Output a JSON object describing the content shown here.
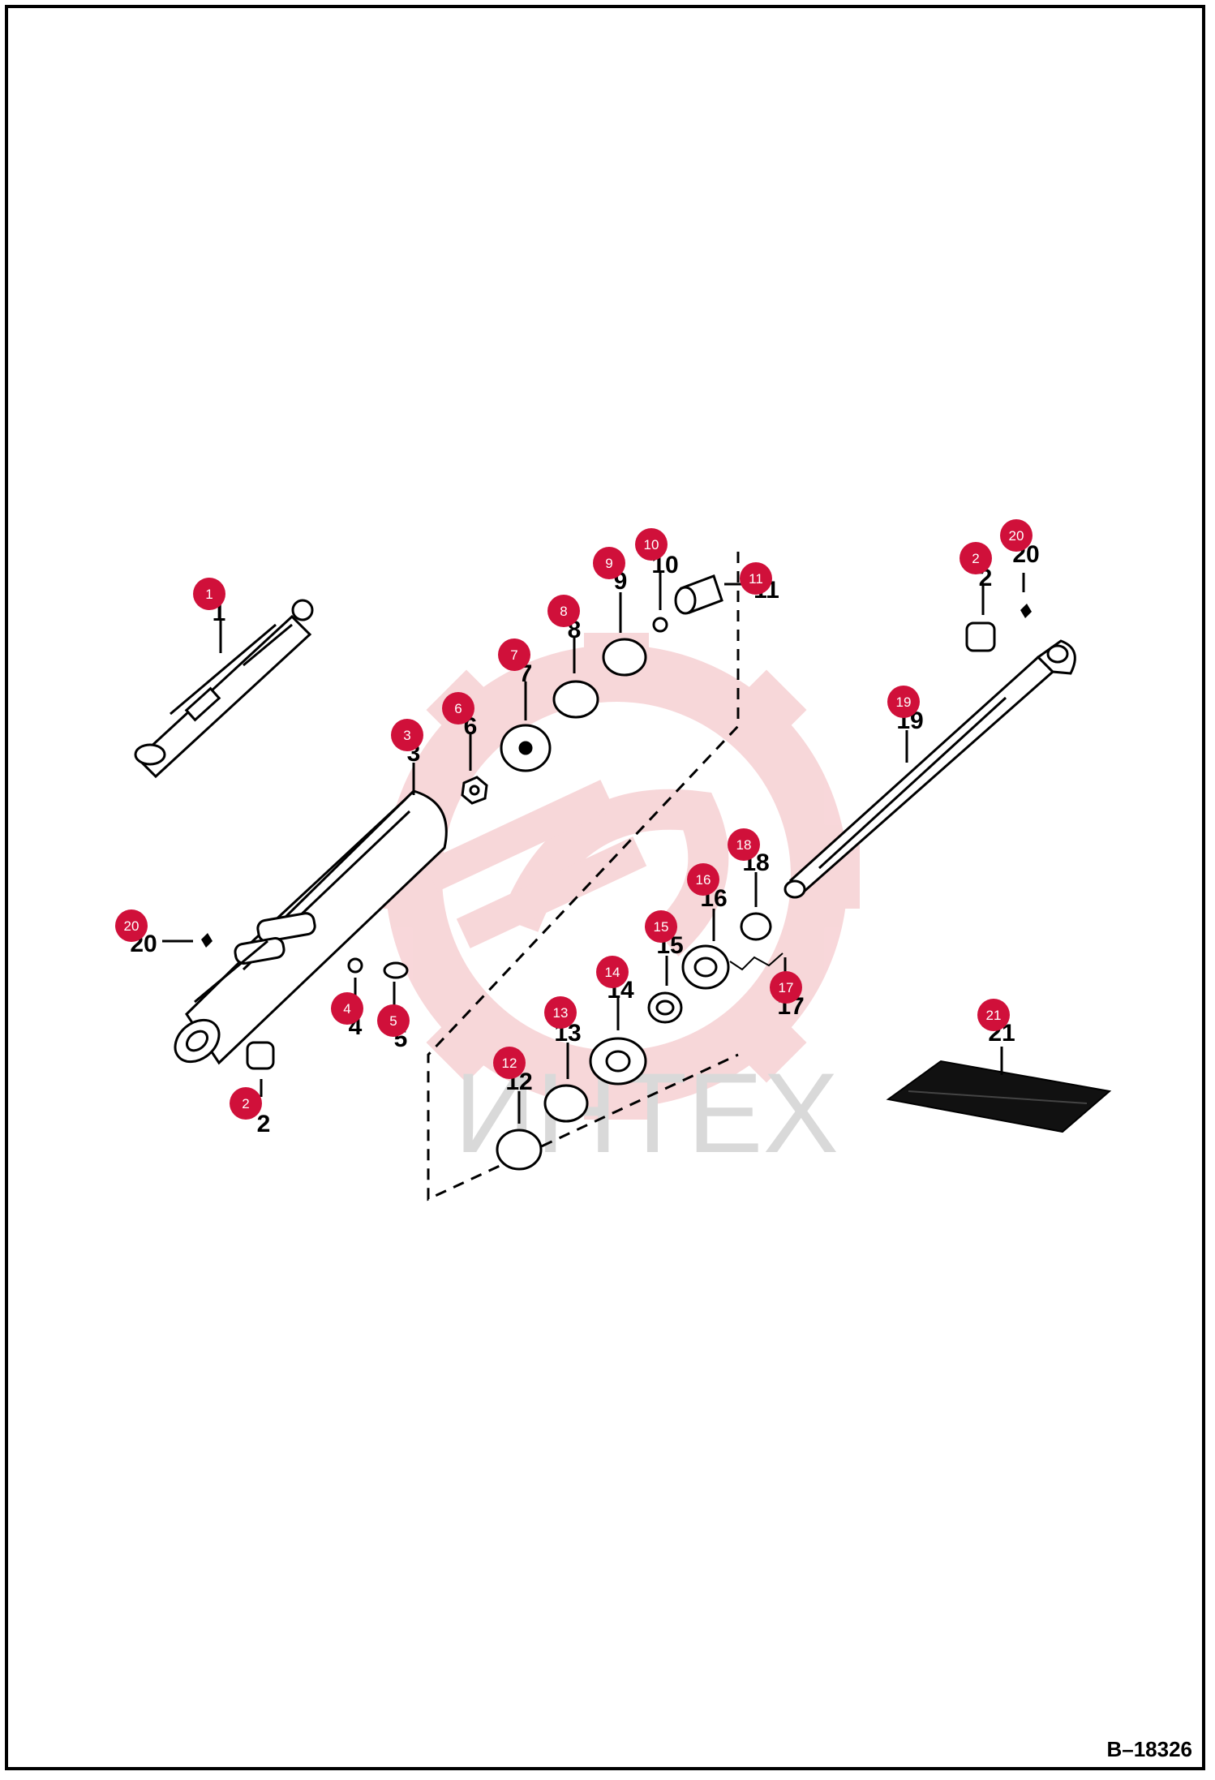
{
  "colors": {
    "badge": "#d0103a",
    "line": "#000000",
    "watermark": "#f2b7bb",
    "watermark_text": "#d9d9d9"
  },
  "watermark": {
    "text": "ИНТЕХ",
    "icon": "gear-logo-icon"
  },
  "drawing_id": "B–18326",
  "callouts": [
    {
      "id": 1,
      "label": "1",
      "number": "1"
    },
    {
      "id": 2,
      "label": "2",
      "number": "2"
    },
    {
      "id": 3,
      "label": "3",
      "number": "3"
    },
    {
      "id": 4,
      "label": "4",
      "number": "4"
    },
    {
      "id": 5,
      "label": "5",
      "number": "5"
    },
    {
      "id": 6,
      "label": "6",
      "number": "6"
    },
    {
      "id": 7,
      "label": "7",
      "number": "7"
    },
    {
      "id": 8,
      "label": "8",
      "number": "8"
    },
    {
      "id": 9,
      "label": "9",
      "number": "9"
    },
    {
      "id": 10,
      "label": "10",
      "number": "10"
    },
    {
      "id": 11,
      "label": "11",
      "number": "11"
    },
    {
      "id": 12,
      "label": "12",
      "number": "12"
    },
    {
      "id": 13,
      "label": "13",
      "number": "13"
    },
    {
      "id": 14,
      "label": "14",
      "number": "14"
    },
    {
      "id": 15,
      "label": "15",
      "number": "15"
    },
    {
      "id": 16,
      "label": "16",
      "number": "16"
    },
    {
      "id": 17,
      "label": "17",
      "number": "17"
    },
    {
      "id": 18,
      "label": "18",
      "number": "18"
    },
    {
      "id": 19,
      "label": "19",
      "number": "19"
    },
    {
      "id": 20,
      "label": "20",
      "number": "20"
    },
    {
      "id": 21,
      "label": "21",
      "number": "21"
    },
    {
      "id": 22,
      "label": "2",
      "number": "2"
    },
    {
      "id": 23,
      "label": "20",
      "number": "20"
    }
  ]
}
